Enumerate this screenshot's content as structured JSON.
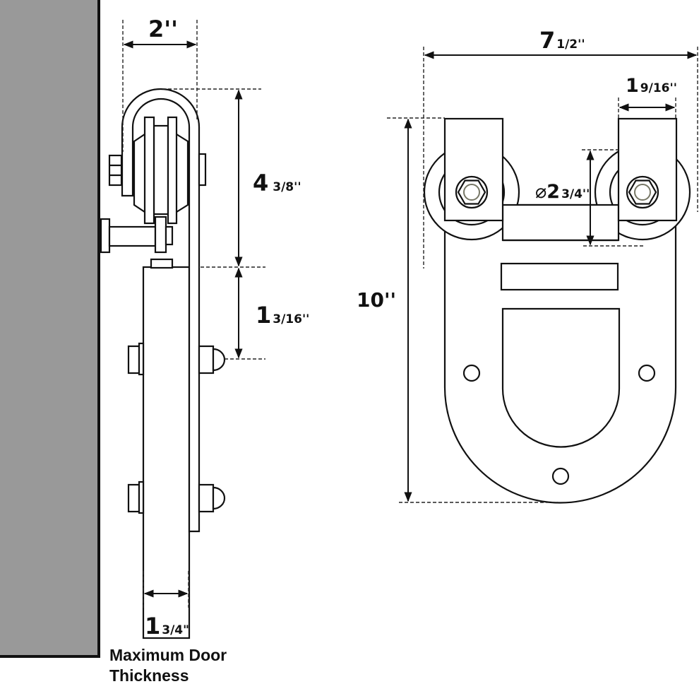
{
  "dimensions": {
    "hanger_width": {
      "whole": "2''",
      "fraction": ""
    },
    "hanger_height": {
      "whole": "4",
      "fraction": "3/8''"
    },
    "bolt_offset": {
      "whole": "1",
      "fraction": "3/16''"
    },
    "door_thickness": {
      "whole": "1",
      "fraction": "3/4\""
    },
    "overall_width": {
      "whole": "7",
      "fraction": "1/2''"
    },
    "bracket_width": {
      "whole": "1",
      "fraction": "9/16''"
    },
    "wheel_diameter": {
      "symbol": "⌀",
      "whole": "2",
      "fraction": "3/4''"
    },
    "overall_height": {
      "whole": "10''",
      "fraction": ""
    }
  },
  "caption": {
    "line1": "Maximum Door",
    "line2": "Thickness"
  },
  "colors": {
    "wall": "#999999",
    "line": "#111111"
  }
}
